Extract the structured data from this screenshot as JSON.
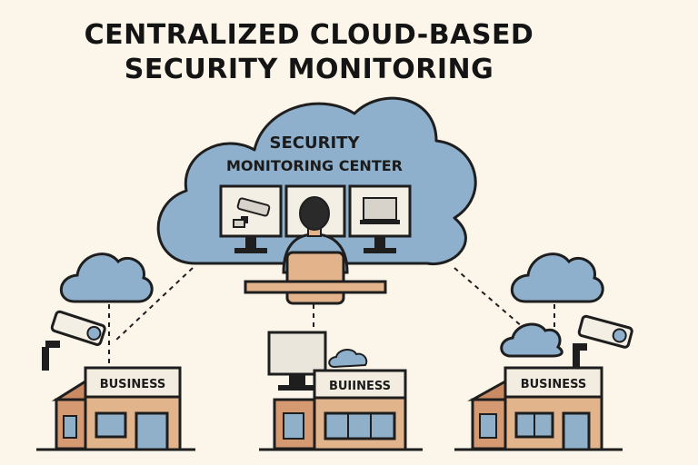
{
  "title": {
    "line1": "CENTRALIZED CLOUD-BASED",
    "line2": "SECURITY MONITORING"
  },
  "center": {
    "line1": "SECURITY",
    "line2": "MONITORING CENTER"
  },
  "businesses": [
    {
      "sign": "BUSINESS"
    },
    {
      "sign": "BUIINESS"
    },
    {
      "sign": "BUSINESS"
    }
  ],
  "colors": {
    "background": "#fbf5ea",
    "cloud": "#8fb0cc",
    "outline": "#1e1e1e",
    "wall": "#e2b48c",
    "sign": "#f3ece0",
    "window": "#8fb0c8"
  }
}
